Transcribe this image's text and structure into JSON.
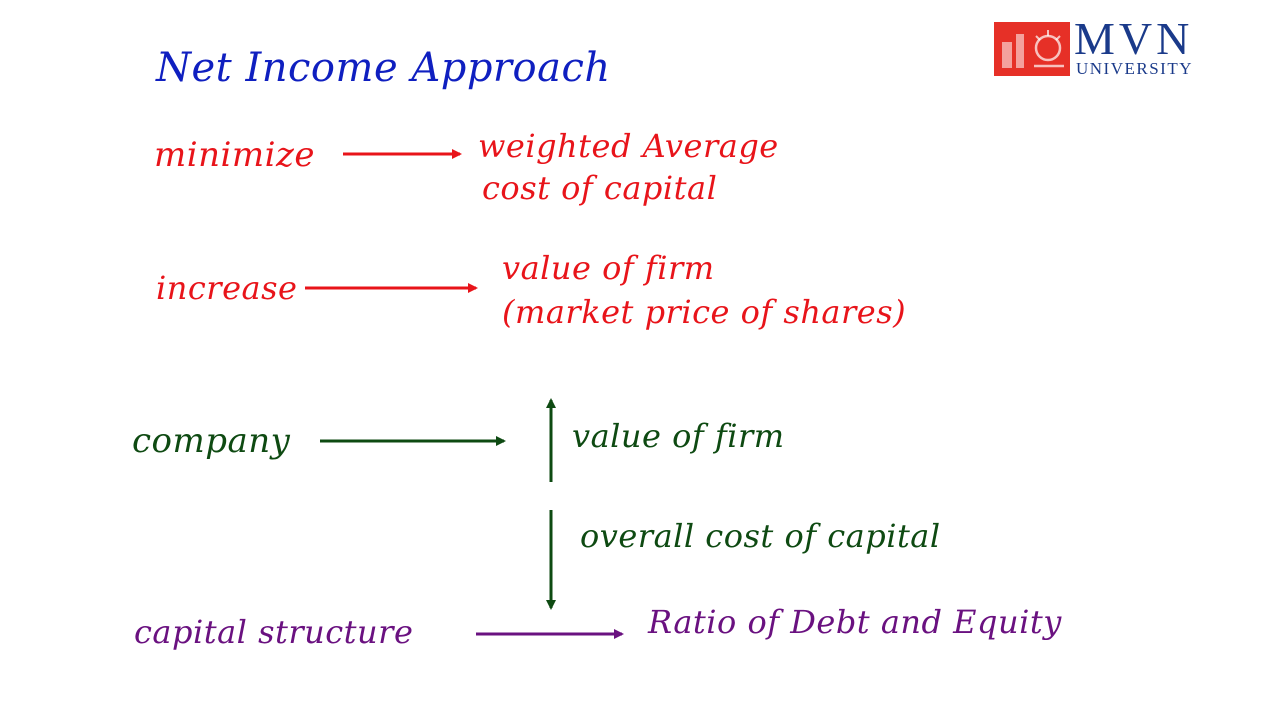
{
  "logo": {
    "name": "MVN",
    "subtitle": "UNIVERSITY",
    "mark_icon": "university-emblem-icon",
    "colors": {
      "mark": "#e63027",
      "text": "#1a3a8a"
    }
  },
  "title": "Net Income Approach",
  "section_red": {
    "row1": {
      "left": "minimize",
      "right_line1": "weighted Average",
      "right_line2": "cost of capital"
    },
    "row2": {
      "left": "increase",
      "right_line1": "value of firm",
      "right_line2": "(market price of shares)"
    }
  },
  "section_green": {
    "left": "company",
    "up_label": "value of firm",
    "down_label": "overall cost of capital"
  },
  "section_purple": {
    "left": "capital structure",
    "right": "Ratio of Debt and Equity"
  },
  "colors": {
    "title": "#0f1fc0",
    "red": "#e8141a",
    "green": "#0e4a12",
    "purple": "#6a1180"
  }
}
